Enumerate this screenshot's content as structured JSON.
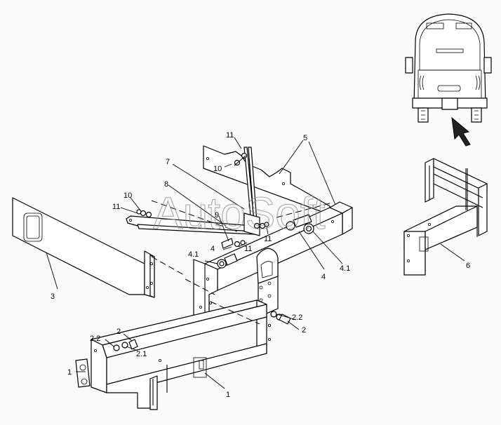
{
  "watermark": "AutoSoft",
  "labels": {
    "l1a": "1",
    "l1b": "1",
    "l2a": "2",
    "l2b": "2",
    "l21": "2.1",
    "l22a": "2.2",
    "l22b": "2.2",
    "l3": "3",
    "l4a": "4",
    "l4b": "4",
    "l41a": "4.1",
    "l41b": "4.1",
    "l5": "5",
    "l6": "6",
    "l7": "7",
    "l8": "8",
    "l9": "9",
    "l10a": "10",
    "l10b": "10",
    "l11a": "11",
    "l11b": "11",
    "l11c": "11",
    "l11d": "11"
  }
}
